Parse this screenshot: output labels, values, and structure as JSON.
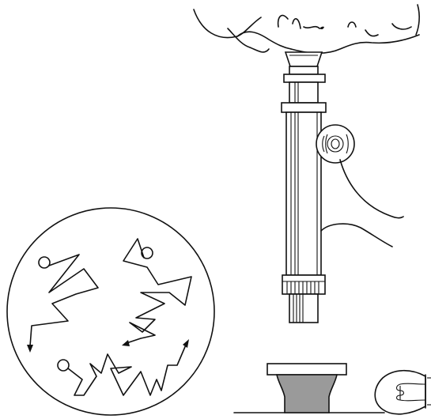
{
  "figure": {
    "kind": "brownian-motion-microscope-illustration",
    "text_labels": []
  },
  "parts": {
    "observer": "observer-head-and-hand",
    "microscope": "microscope-tube-with-focus-knob",
    "view": "magnified-view-circle",
    "particle_paths": 3,
    "specimen": "specimen-cup-on-stage",
    "lamp": "light-bulb-icon"
  },
  "colors": {
    "line": "#111111",
    "background": "#ffffff",
    "specimen_fill": "#9a9a9a"
  }
}
